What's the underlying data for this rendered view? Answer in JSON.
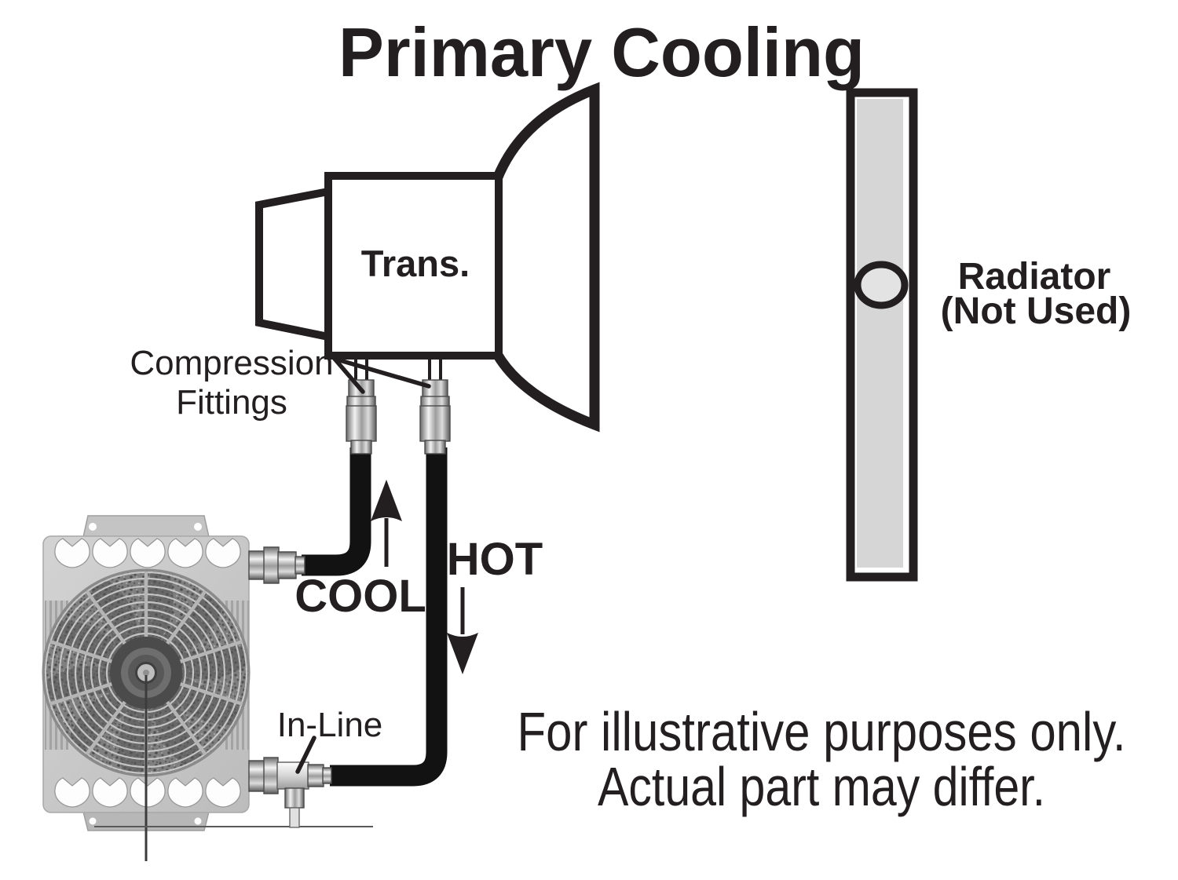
{
  "title": "Primary Cooling",
  "diagram": {
    "trans_label": "Trans.",
    "compression_label_line1": "Compression",
    "compression_label_line2": "Fittings",
    "cool_label": "COOL",
    "hot_label": "HOT",
    "inline_label": "In-Line",
    "radiator_label_line1": "Radiator",
    "radiator_label_line2": "(Not Used)"
  },
  "footer": {
    "line1": "For illustrative purposes only.",
    "line2": "Actual part may differ."
  },
  "colors": {
    "ink": "#231f20",
    "hose_black": "#121212",
    "plate_gray": "#c9c9c9",
    "radiator_gray": "#d6d6d6",
    "metal_light": "#f0f0f0",
    "metal_dark": "#5f5f5f"
  }
}
